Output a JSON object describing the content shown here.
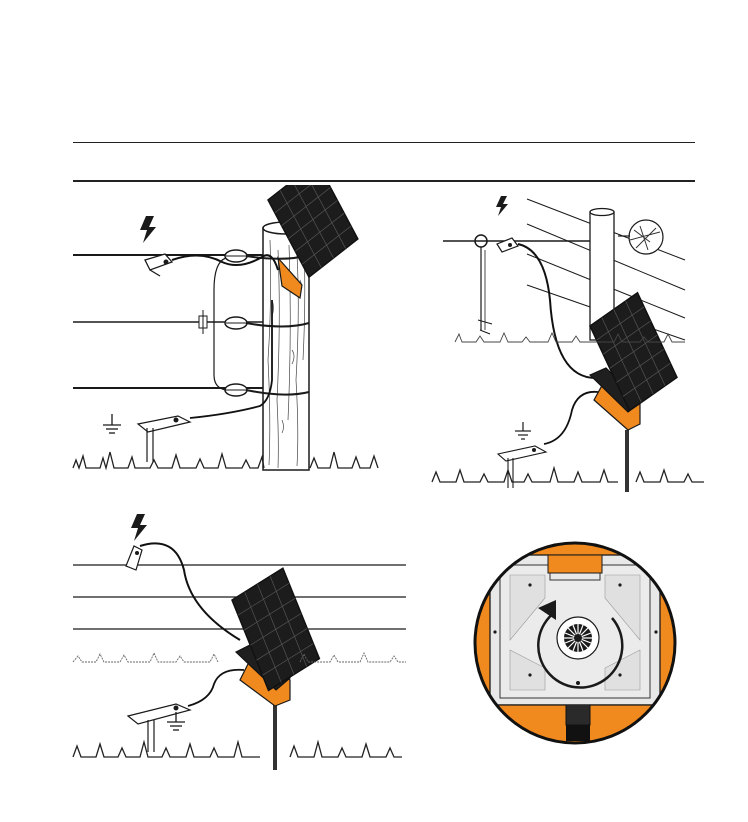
{
  "page": {
    "background": "#ffffff"
  },
  "colors": {
    "line": "#1a1a1a",
    "wire": "#111111",
    "panel": "#1c1c1c",
    "panel_cell": "#2b2b2b",
    "housing": "#f08a1f",
    "housing_dark": "#d8730f",
    "post": "#ffffff",
    "grass": "#222222"
  },
  "figures": [
    {
      "name": "figure-post-mounted-three-wire",
      "icon": "lightning-bolt-icon",
      "ground_icon": "ground-symbol-icon"
    },
    {
      "name": "figure-stake-mounted-tape-fence",
      "icon": "lightning-bolt-icon",
      "ground_icon": "ground-symbol-icon"
    },
    {
      "name": "figure-stake-mounted-three-wire",
      "icon": "lightning-bolt-icon",
      "ground_icon": "ground-symbol-icon"
    },
    {
      "name": "figure-mounting-bracket-detail",
      "icon": "rotate-arrow-icon"
    }
  ]
}
